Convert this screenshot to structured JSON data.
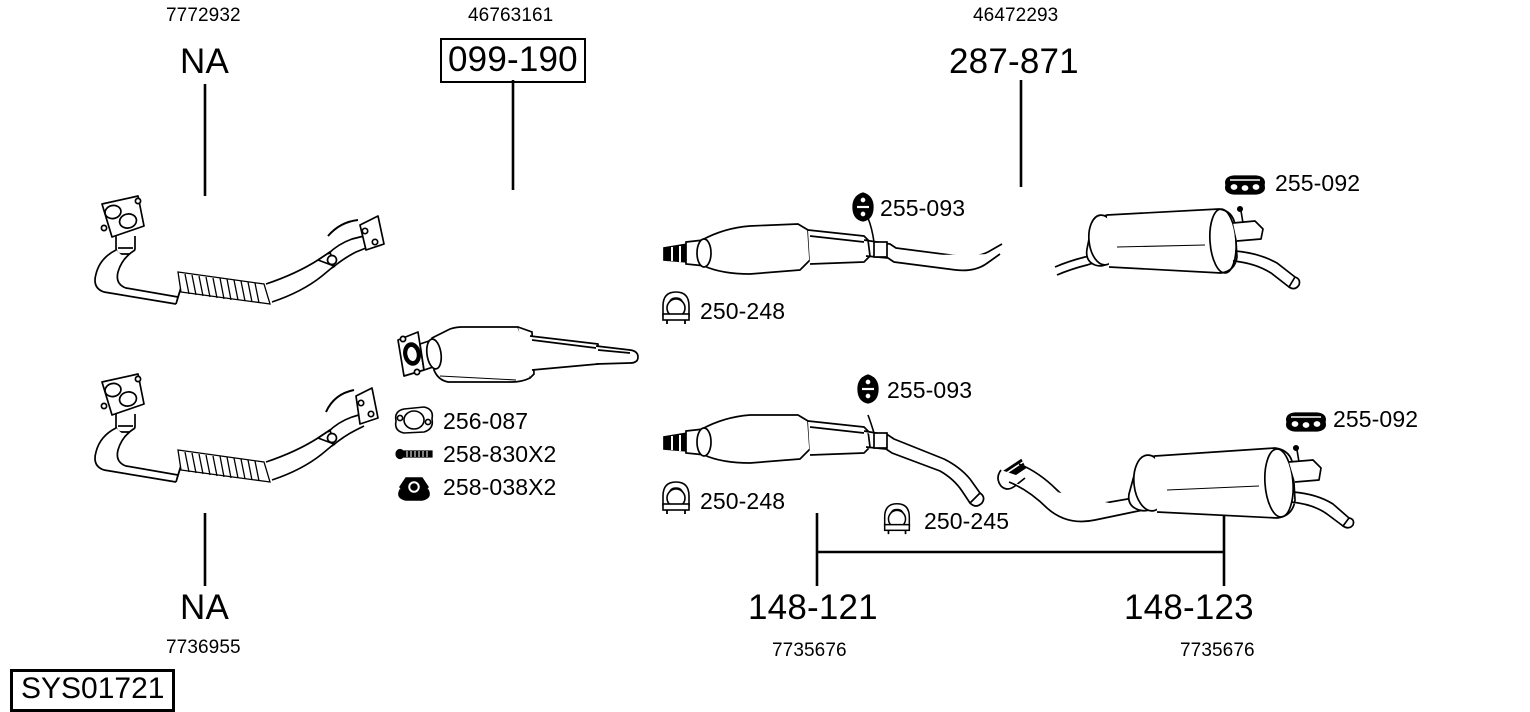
{
  "diagram": {
    "system_code": "SYS01721",
    "type": "exhaust-system-parts-diagram"
  },
  "labels": {
    "front_pipe_upper": {
      "oe": "7772932",
      "ref": "NA"
    },
    "front_pipe_lower": {
      "oe": "7736955",
      "ref": "NA"
    },
    "catalytic_converter": {
      "oe": "46763161",
      "ref": "099-190"
    },
    "rear_silencer_upper": {
      "oe": "46472293",
      "ref": "287-871"
    },
    "centre_silencer_lower": {
      "oe": "7735676",
      "ref": "148-121"
    },
    "rear_silencer_lower": {
      "oe": "7735676",
      "ref": "148-123"
    }
  },
  "small_parts": [
    {
      "ref": "256-087",
      "icon": "gasket-icon"
    },
    {
      "ref": "258-830X2",
      "icon": "bolt-icon"
    },
    {
      "ref": "258-038X2",
      "icon": "nut-icon"
    }
  ],
  "annotations": {
    "mount_upper": {
      "ref": "255-093",
      "icon": "rubber-mount-icon"
    },
    "mount_lower": {
      "ref": "255-093",
      "icon": "rubber-mount-icon"
    },
    "hanger_upper": {
      "ref": "255-092",
      "icon": "rubber-hanger-icon"
    },
    "hanger_lower": {
      "ref": "255-092",
      "icon": "rubber-hanger-icon"
    },
    "clamp_upper": {
      "ref": "250-248",
      "icon": "u-clamp-icon"
    },
    "clamp_lower": {
      "ref": "250-248",
      "icon": "u-clamp-icon"
    },
    "clamp_small": {
      "ref": "250-245",
      "icon": "u-clamp-icon"
    }
  },
  "colors": {
    "ink": "#000000",
    "paper": "#ffffff"
  }
}
